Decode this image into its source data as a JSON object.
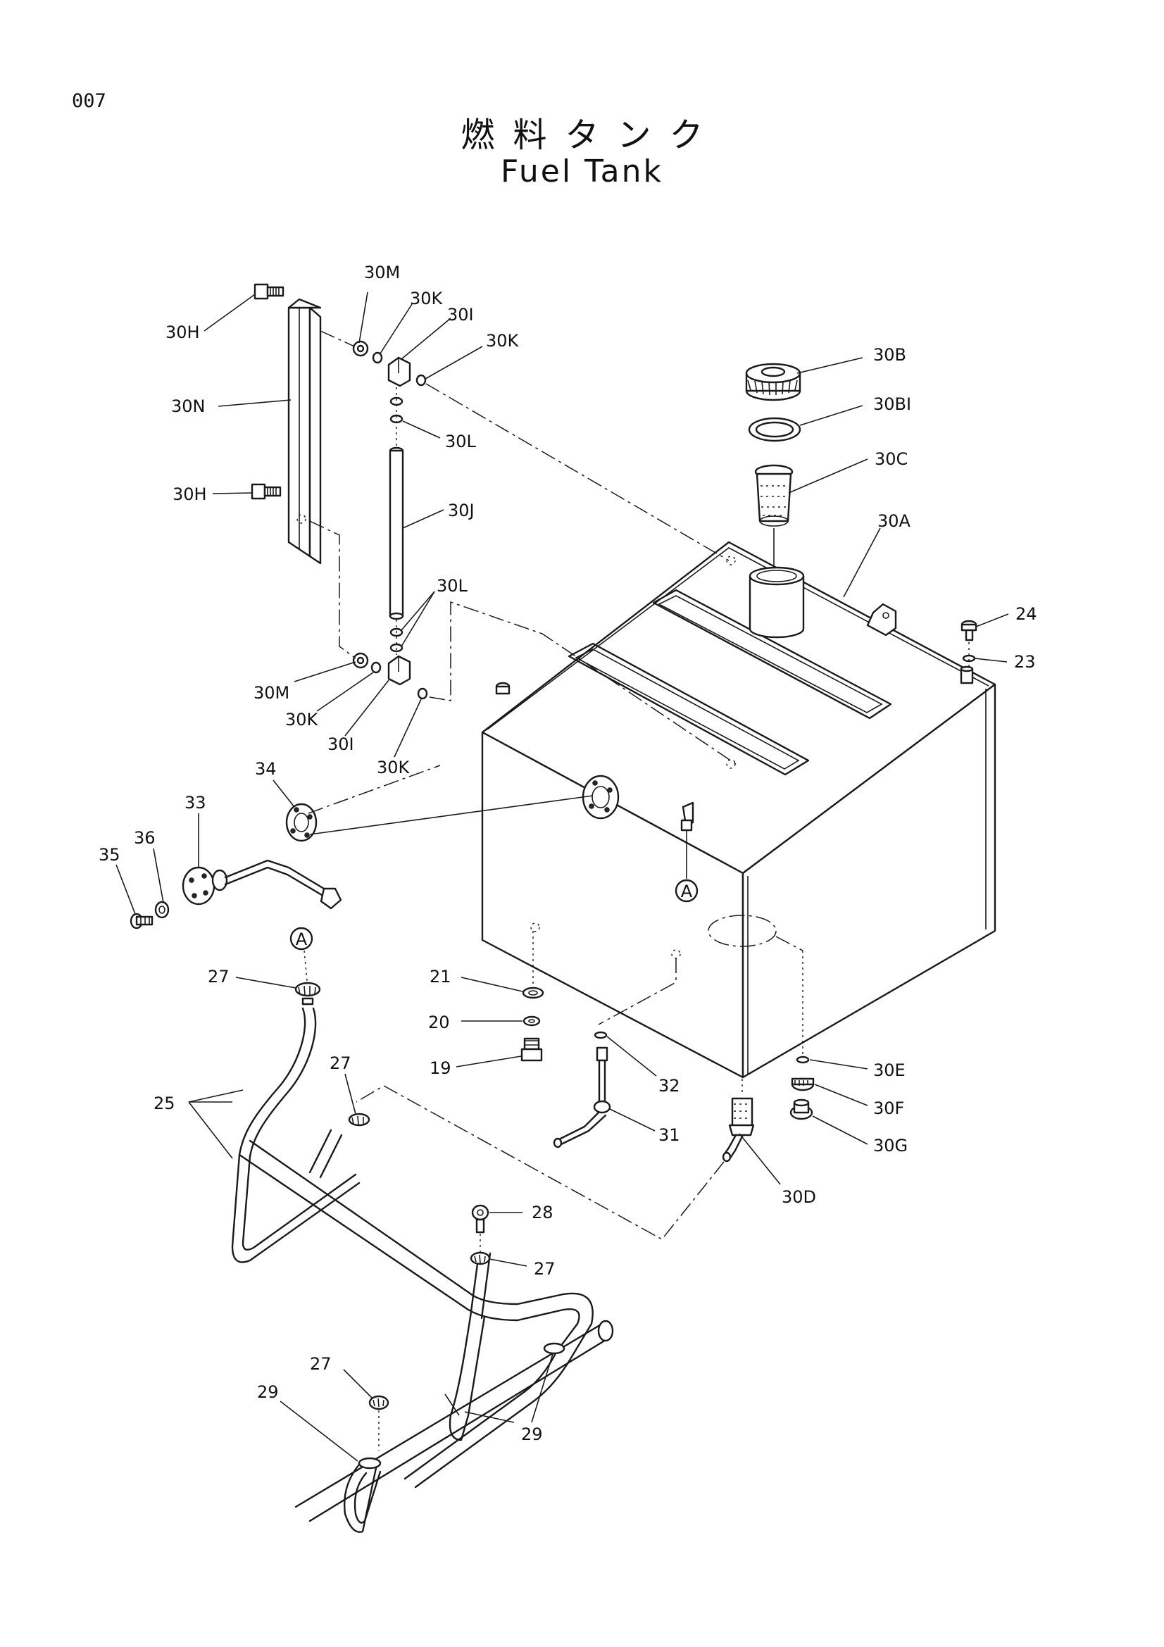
{
  "page_number": "007",
  "title_jp": "燃料タンク",
  "title_en": "Fuel Tank",
  "part_labels": {
    "p30H_top": "30H",
    "p30N": "30N",
    "p30H_bot": "30H",
    "p30M_top": "30M",
    "p30K_top1": "30K",
    "p30I_top": "30I",
    "p30K_top2": "30K",
    "p30L_top": "30L",
    "p30J": "30J",
    "p30L_bot": "30L",
    "p30M_bot": "30M",
    "p30K_bot1": "30K",
    "p30I_bot": "30I",
    "p30K_bot2": "30K",
    "p30B": "30B",
    "p30B1": "30BI",
    "p30C": "30C",
    "p30A": "30A",
    "p24": "24",
    "p23": "23",
    "p34": "34",
    "p33": "33",
    "p36": "36",
    "p35": "35",
    "refA_tank": "A",
    "refA_hose": "A",
    "p27_a": "27",
    "p21": "21",
    "p20": "20",
    "p19": "19",
    "p32": "32",
    "p31": "31",
    "p30E": "30E",
    "p30F": "30F",
    "p30G": "30G",
    "p30D": "30D",
    "p25": "25",
    "p27_b": "27",
    "p28": "28",
    "p27_c": "27",
    "p27_d": "27",
    "p29_a": "29",
    "p29_b": "29"
  }
}
